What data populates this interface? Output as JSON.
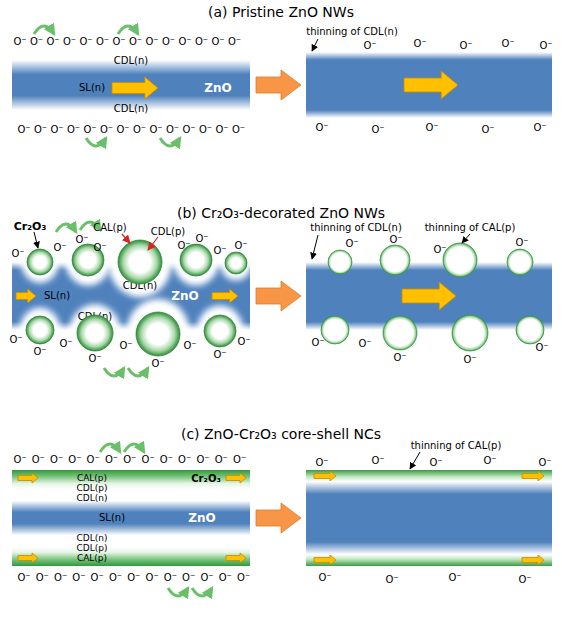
{
  "diagram": {
    "nodes": [
      {
        "text": [
          "CDL(n)",
          "SL(n)",
          "ZnO",
          "CDL(n)"
        ]
      },
      {
        "text": [
          "thinning of CDL(n)"
        ]
      },
      {
        "text": [
          "CDL(n)",
          "SL(n)",
          "ZnO",
          "CDL(n)"
        ]
      },
      {
        "text": [
          "thinning of CDL(n)",
          "thinning of CAL(p)"
        ]
      },
      {
        "text": [
          "CAL(p)",
          "CDL(p)",
          "CDL(n)",
          "Cr₂O₃",
          "SL(n)",
          "ZnO",
          "CDL(n)",
          "CDL(p)",
          "CAL(p)"
        ]
      },
      {
        "text": [
          "thinning of CAL(p)"
        ]
      }
    ],
    "edges": [
      {
        "from": 0,
        "to": 1,
        "arrow": "to"
      },
      {
        "from": 2,
        "to": 3,
        "arrow": "to"
      },
      {
        "from": 4,
        "to": 5,
        "arrow": "to"
      }
    ],
    "labels": [
      "(a) Pristine ZnO NWs",
      "O⁻",
      "O⁻",
      "O⁻",
      "O⁻",
      "O⁻",
      "O⁻",
      "O⁻",
      "O⁻",
      "O⁻",
      "O⁻",
      "O⁻",
      "O⁻",
      "O⁻",
      "O⁻",
      "O⁻",
      "O⁻",
      "O⁻",
      "O⁻",
      "O⁻",
      "O⁻",
      "O⁻",
      "O⁻",
      "O⁻",
      "O⁻",
      "O⁻",
      "O⁻",
      "O⁻",
      "O⁻",
      "O⁻",
      "O⁻",
      "O⁻",
      "O⁻",
      "O⁻",
      "O⁻",
      "O⁻",
      "O⁻",
      "O⁻",
      "O⁻",
      "(b) Cr₂O₃-decorated ZnO NWs",
      "Cr₂O₃",
      "CAL(p)",
      "CDL(p)",
      "O⁻",
      "O⁻",
      "O⁻",
      "O⁻",
      "O⁻",
      "O⁻",
      "O⁻",
      "O⁻",
      "O⁻",
      "O⁻",
      "O⁻",
      "O⁻",
      "O⁻",
      "O⁻",
      "O⁻",
      "O⁻",
      "O⁻",
      "O⁻",
      "O⁻",
      "O⁻",
      "O⁻",
      "O⁻",
      "O⁻",
      "O⁻",
      "O⁻",
      "O⁻",
      "(c) ZnO-Cr₂O₃ core-shell NCs",
      "O⁻",
      "O⁻",
      "O⁻",
      "O⁻",
      "O⁻",
      "O⁻",
      "O⁻",
      "O⁻",
      "O⁻",
      "O⁻",
      "O⁻",
      "O⁻",
      "O⁻",
      "O⁻",
      "O⁻",
      "O⁻",
      "O⁻",
      "O⁻",
      "O⁻",
      "O⁻",
      "O⁻",
      "O⁻",
      "O⁻",
      "O⁻",
      "O⁻",
      "O⁻",
      "O⁻",
      "O⁻",
      "O⁻",
      "O⁻",
      "O⁻",
      "O⁻",
      "O⁻",
      "O⁻",
      "O⁻"
    ]
  }
}
